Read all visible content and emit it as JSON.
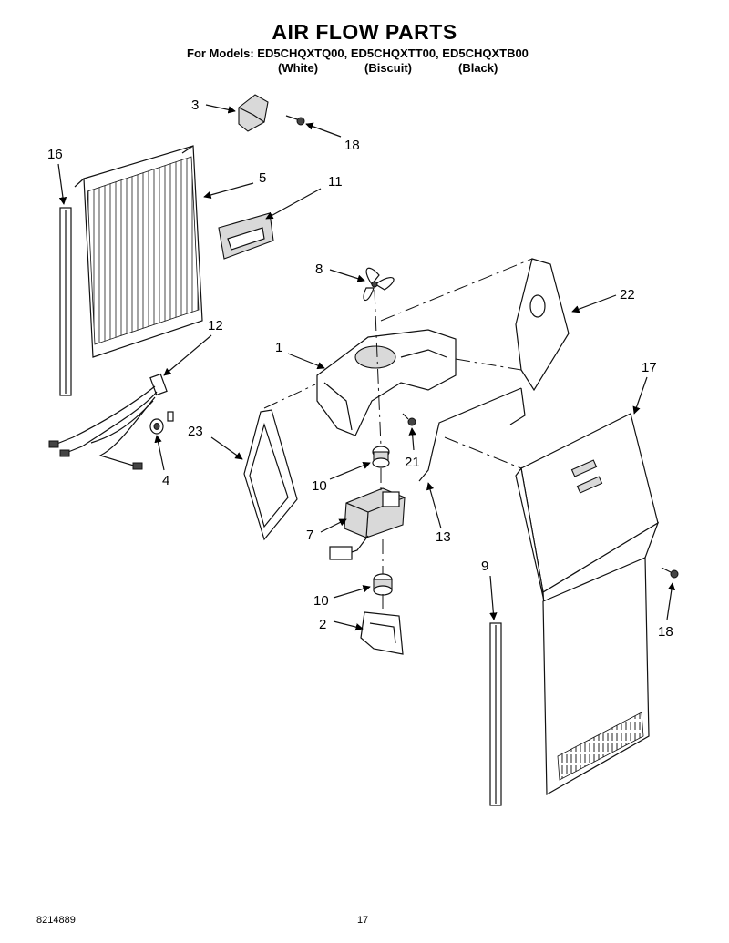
{
  "header": {
    "title": "AIR FLOW PARTS",
    "models_line": "For Models: ED5CHQXTQ00, ED5CHQXTT00, ED5CHQXTB00",
    "colors": [
      "(White)",
      "(Biscuit)",
      "(Black)"
    ]
  },
  "callouts": {
    "p3": "3",
    "p18a": "18",
    "p16": "16",
    "p5": "5",
    "p11": "11",
    "p8": "8",
    "p22": "22",
    "p12": "12",
    "p1": "1",
    "p17": "17",
    "p23": "23",
    "p21": "21",
    "p4": "4",
    "p10a": "10",
    "p13": "13",
    "p7": "7",
    "p9": "9",
    "p10b": "10",
    "p2": "2",
    "p18b": "18"
  },
  "footer": {
    "doc_number": "8214889",
    "page_number": "17"
  }
}
